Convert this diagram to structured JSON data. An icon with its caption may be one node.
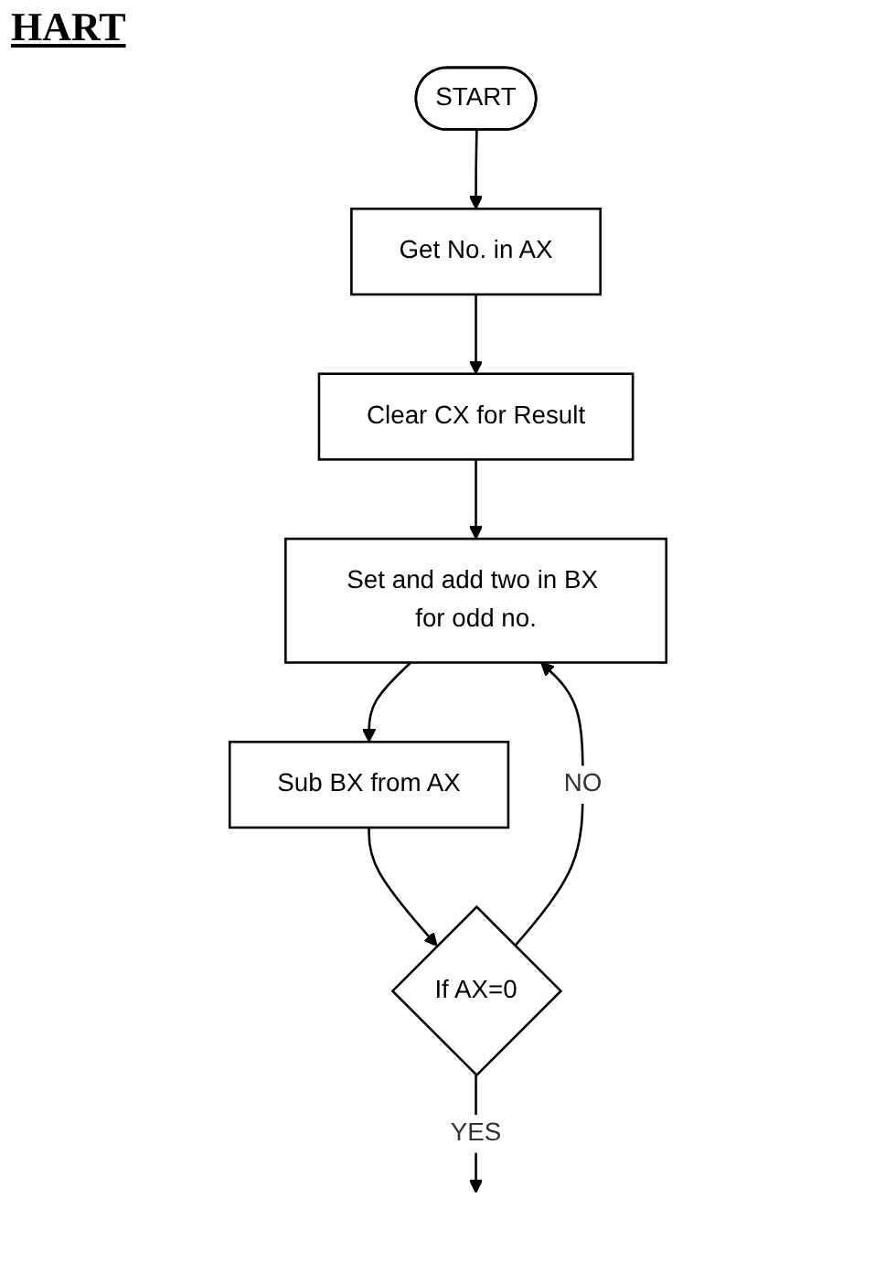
{
  "diagram": {
    "title": "HART",
    "nodes": [
      {
        "text": [
          "START"
        ]
      },
      {
        "text": [
          "Get No. in AX"
        ]
      },
      {
        "text": [
          "Clear CX for Result"
        ]
      },
      {
        "text": [
          "Set and add two in BX for odd no."
        ]
      },
      {
        "text": [
          "Sub BX from AX"
        ]
      },
      {
        "text": [
          "If AX=0"
        ]
      }
    ],
    "edges": [
      {
        "from": 0,
        "to": 1,
        "arrow": "to"
      },
      {
        "from": 1,
        "to": 2,
        "arrow": "to"
      },
      {
        "from": 2,
        "to": 3,
        "arrow": "to"
      },
      {
        "from": 3,
        "to": 4,
        "arrow": "to"
      },
      {
        "from": 4,
        "to": 5,
        "arrow": "to"
      },
      {
        "from": 5,
        "to": 3,
        "arrow": "to",
        "label": "NO"
      },
      {
        "from": 5,
        "to": null,
        "arrow": "to",
        "label": "YES"
      }
    ]
  }
}
